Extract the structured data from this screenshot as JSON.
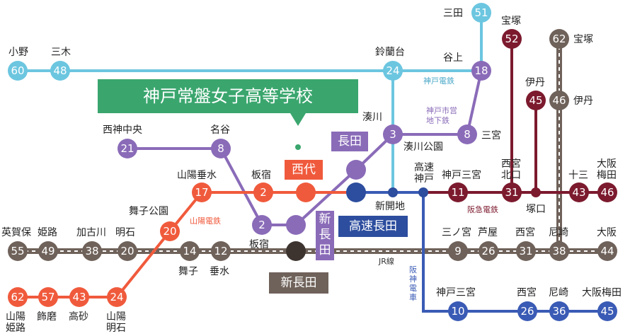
{
  "school_name": "神戸常盤女子高等学校",
  "colors": {
    "kobe_dentetsu": "#6cc6e0",
    "sanyo": "#f05a3c",
    "subway": "#8a6bb8",
    "kosoku": "#2d4d9e",
    "hankyu": "#7c1a2e",
    "hanshin": "#3a5bb5",
    "jr": "#6f625a",
    "highlight_green": "#3aa66e"
  },
  "line_labels": {
    "kobe_dentetsu": "神戸電鉄",
    "sanyo": "山陽電鉄",
    "subway": "神戸市営\n地下鉄",
    "hankyu": "阪急電鉄",
    "hanshin": "阪\n神\n電\n車",
    "jr": "JR線"
  },
  "stations": {
    "ono": {
      "num": "60",
      "name": "小野"
    },
    "miki": {
      "num": "48",
      "name": "三木"
    },
    "suzurandai": {
      "num": "24",
      "name": "鈴蘭台"
    },
    "sanda": {
      "num": "51",
      "name": "三田"
    },
    "tanigami": {
      "num": "18",
      "name": "谷上"
    },
    "sannomiya_sub": {
      "num": "8",
      "name": "三宮"
    },
    "minatogawa": {
      "num": "3",
      "name": "湊川"
    },
    "minatogawa_koen": {
      "name": "湊川公園"
    },
    "nishishinchuo": {
      "num": "21",
      "name": "西神中央"
    },
    "myodani": {
      "num": "8",
      "name": "名谷"
    },
    "itayado_sub": {
      "num": "2",
      "name": "板宿"
    },
    "itayado_sanyo": {
      "num": "2",
      "name": "板宿"
    },
    "sanyo_tarumi": {
      "num": "17",
      "name": "山陽垂水"
    },
    "maiko_koen": {
      "num": "20",
      "name": "舞子公園"
    },
    "sanyo_akashi": {
      "num": "24",
      "name": "山陽\n明石"
    },
    "takasago": {
      "num": "43",
      "name": "高砂"
    },
    "shikama": {
      "num": "57",
      "name": "飾磨"
    },
    "sanyo_himeji": {
      "num": "62",
      "name": "山陽\n姫路"
    },
    "nishidai": {
      "name": "西代"
    },
    "nagata": {
      "name": "長田"
    },
    "shin_nagata_sub": {
      "name": "新\n長\n田"
    },
    "kosoku_nagata": {
      "name": "高速長田"
    },
    "shin_nagata_jr": {
      "name": "新長田"
    },
    "shinkaichi": {
      "name": "新開地"
    },
    "kosoku_kobe": {
      "name": "高速\n神戸"
    },
    "kobe_sannomiya_hk": {
      "num": "11",
      "name": "神戸三宮"
    },
    "nishinomiya_kitaguchi": {
      "num": "31",
      "name": "西宮\n北口"
    },
    "tsukaguchi": {
      "name": "塚口"
    },
    "juso": {
      "num": "43",
      "name": "十三"
    },
    "osaka_umeda_hk": {
      "num": "46",
      "name": "大阪\n梅田"
    },
    "takarazuka_hk": {
      "num": "52",
      "name": "宝塚"
    },
    "itami_hk": {
      "num": "45",
      "name": "伊丹"
    },
    "takarazuka_jr": {
      "num": "62",
      "name": "宝塚"
    },
    "itami_jr": {
      "num": "46",
      "name": "伊丹"
    },
    "kakogawa_ho": {
      "num": "55",
      "name": "英賀保"
    },
    "himeji_jr": {
      "num": "49",
      "name": "姫路"
    },
    "kakogawa": {
      "num": "38",
      "name": "加古川"
    },
    "akashi_jr": {
      "num": "20",
      "name": "明石"
    },
    "maiko_jr": {
      "num": "14",
      "name": "舞子"
    },
    "tarumi_jr": {
      "num": "12",
      "name": "垂水"
    },
    "sannomiya_jr": {
      "num": "9",
      "name": "三ノ宮"
    },
    "ashiya_jr": {
      "num": "26",
      "name": "芦屋"
    },
    "nishinomiya_jr": {
      "num": "31",
      "name": "西宮"
    },
    "amagasaki_jr": {
      "num": "38",
      "name": "尼崎"
    },
    "osaka_jr": {
      "num": "44",
      "name": "大阪"
    },
    "kobe_sannomiya_hs": {
      "num": "10",
      "name": "神戸三宮"
    },
    "nishinomiya_hs": {
      "num": "26",
      "name": "西宮"
    },
    "amagasaki_hs": {
      "num": "36",
      "name": "尼崎"
    },
    "osaka_umeda_hs": {
      "num": "45",
      "name": "大阪梅田"
    }
  }
}
